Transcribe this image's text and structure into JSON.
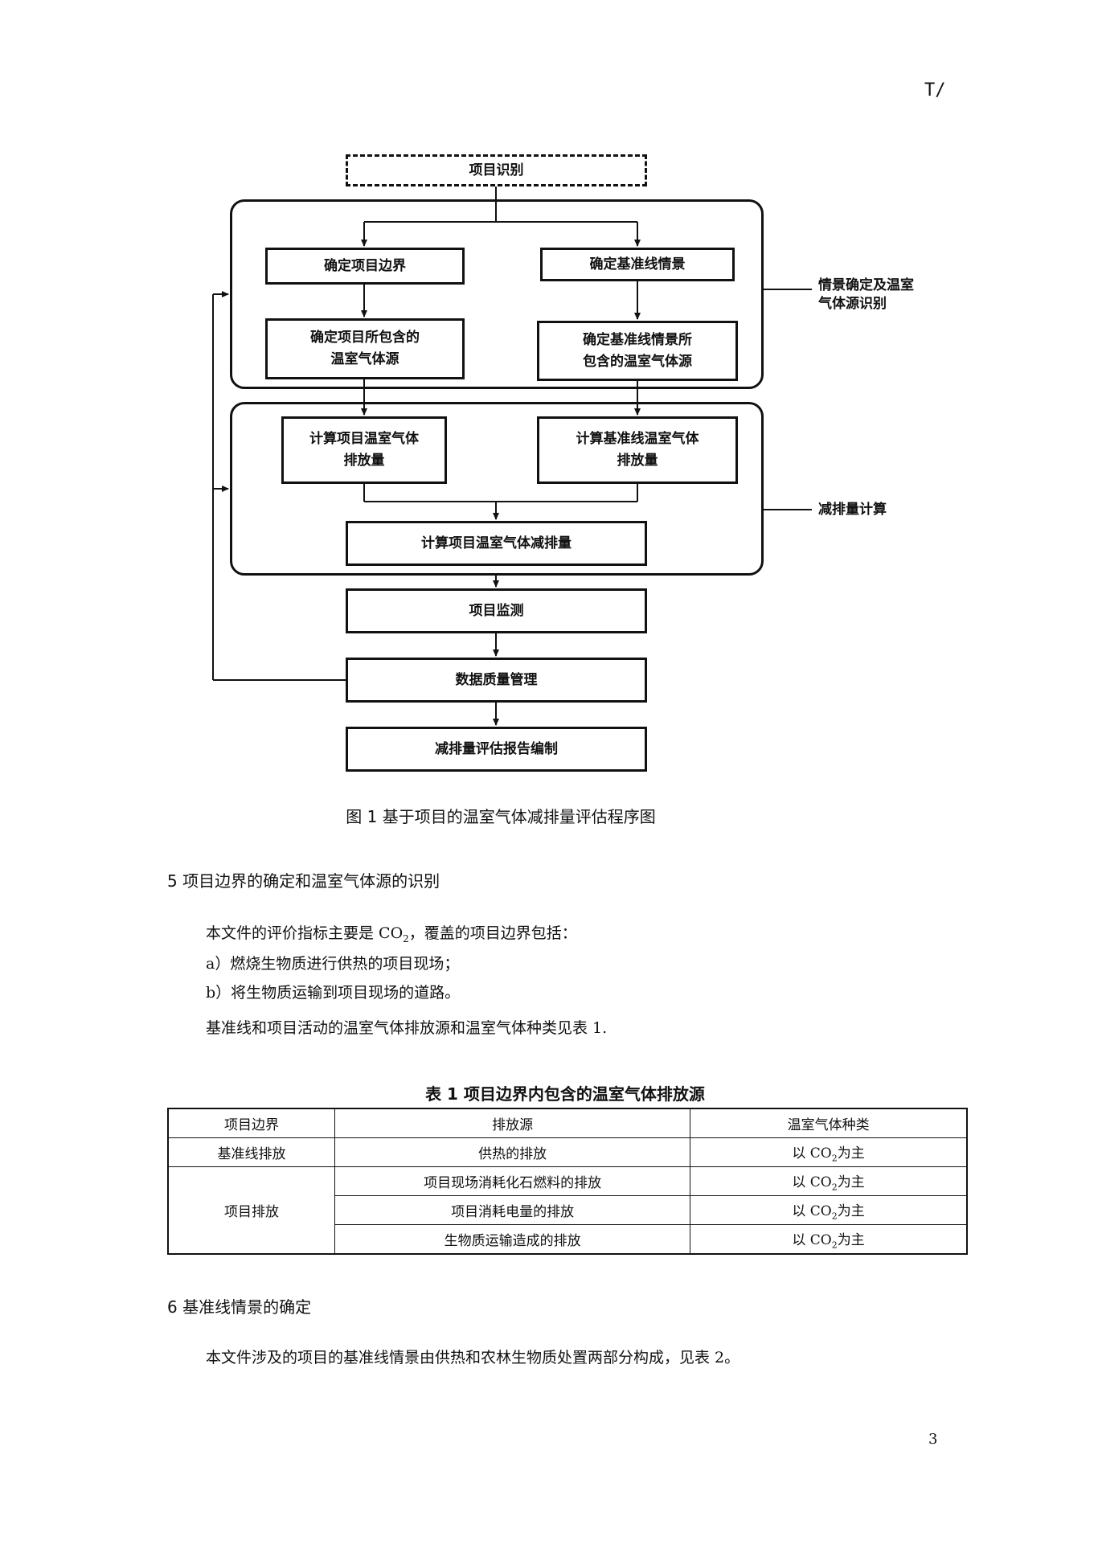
{
  "header": {
    "doc_code": "T/"
  },
  "figure": {
    "nodes": {
      "project_identify": "项目识别",
      "determine_boundary": "确定项目边界",
      "determine_baseline": "确定基准线情景",
      "project_sources_1": "确定项目所包含的",
      "project_sources_2": "温室气体源",
      "baseline_sources_1": "确定基准线情景所",
      "baseline_sources_2": "包含的温室气体源",
      "calc_project_1": "计算项目温室气体",
      "calc_project_2": "排放量",
      "calc_baseline_1": "计算基准线温室气体",
      "calc_baseline_2": "排放量",
      "calc_reduction": "计算项目温室气体减排量",
      "monitoring": "项目监测",
      "data_quality": "数据质量管理",
      "report": "减排量评估报告编制"
    },
    "group_labels": {
      "scenario_1": "情景确定及温室",
      "scenario_2": "气体源识别",
      "reduction": "减排量计算"
    },
    "caption": "图 1  基于项目的温室气体减排量评估程序图"
  },
  "section5": {
    "heading": "5  项目边界的确定和温室气体源的识别",
    "intro_before": "本文件的评价指标主要是 CO",
    "intro_sub": "2",
    "intro_after": "，覆盖的项目边界包括：",
    "item_a": "a）燃烧生物质进行供热的项目现场；",
    "item_b": "b）将生物质运输到项目现场的道路。",
    "note": "基准线和项目活动的温室气体排放源和温室气体种类见表 1."
  },
  "table1": {
    "title": "表 1  项目边界内包含的温室气体排放源",
    "headers": [
      "项目边界",
      "排放源",
      "温室气体种类"
    ],
    "baseline_label": "基准线排放",
    "project_label": "项目排放",
    "sources": [
      "供热的排放",
      "项目现场消耗化石燃料的排放",
      "项目消耗电量的排放",
      "生物质运输造成的排放"
    ],
    "gas_before": "以 CO",
    "gas_sub": "2",
    "gas_after": "为主"
  },
  "section6": {
    "heading": "6  基准线情景的确定",
    "text": "本文件涉及的项目的基准线情景由供热和农林生物质处置两部分构成，见表 2。"
  },
  "footer": {
    "page_number": "3"
  }
}
